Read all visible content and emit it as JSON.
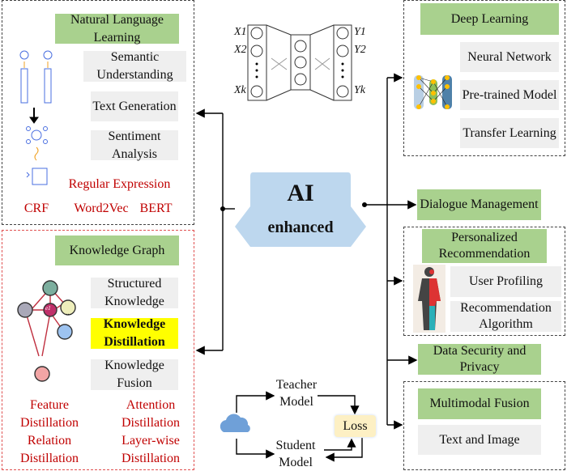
{
  "nlp": {
    "title": "Natural Language Learning",
    "items": [
      "Semantic Understanding",
      "Text Generation",
      "Sentiment Analysis"
    ],
    "regex": "Regular Expression",
    "methods": [
      "CRF",
      "Word2Vec",
      "BERT"
    ]
  },
  "kg": {
    "title": "Knowledge Graph",
    "items": [
      "Structured Knowledge",
      "Knowledge Distillation",
      "Knowledge Fusion"
    ],
    "methods": [
      "Feature Distillation",
      "Attention Distillation",
      "Relation Distillation",
      "Layer-wise Distillation"
    ],
    "node_label": "e1",
    "ellipsis": "..."
  },
  "center": {
    "title": "AI",
    "subtitle": "enhanced",
    "color": "#bdd7ee"
  },
  "nn": {
    "inputs": [
      "X1",
      "X2",
      "Xk"
    ],
    "outputs": [
      "Y1",
      "Y2",
      "Yk"
    ]
  },
  "dl": {
    "title": "Deep Learning",
    "items": [
      "Neural Network",
      "Pre-trained Model",
      "Transfer Learning"
    ]
  },
  "dialogue": "Dialogue Management",
  "rec": {
    "title": "Personalized Recommendation",
    "items": [
      "User Profiling",
      "Recommendation Algorithm"
    ]
  },
  "security": "Data Security and Privacy",
  "mm": {
    "title": "Multimodal Fusion",
    "items": [
      "Text and Image"
    ]
  },
  "distill": {
    "teacher": "Teacher Model",
    "student": "Student Model",
    "loss": "Loss"
  },
  "colors": {
    "green": "#a9d18e",
    "gray": "#efefef",
    "highlight": "#ffff00",
    "red_text": "#c00000"
  }
}
